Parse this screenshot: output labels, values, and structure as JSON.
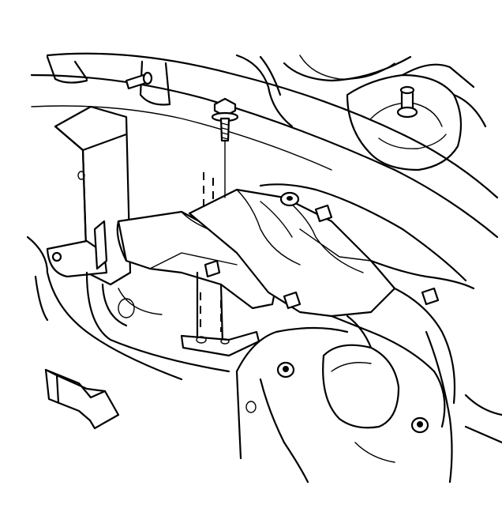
{
  "diagram": {
    "parts": [
      "bolt",
      "bracket",
      "frame-rail",
      "crossmember",
      "body-panel",
      "stud",
      "nut"
    ],
    "icons": {
      "direction": "forward-arrow-icon"
    },
    "colors": {
      "line": "#000000",
      "background": "#ffffff"
    }
  }
}
